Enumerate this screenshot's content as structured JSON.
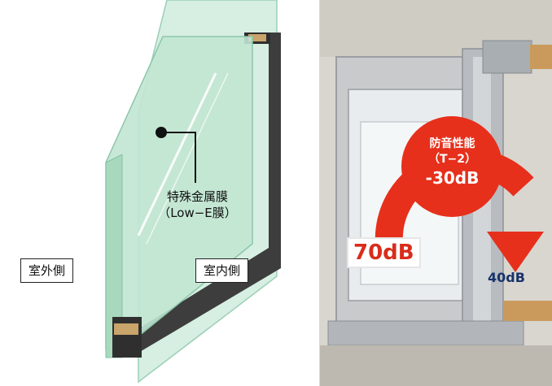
{
  "left": {
    "film_label_line1": "特殊金属膜",
    "film_label_line2": "（Low−E膜）",
    "outdoor_label": "室外側",
    "indoor_label": "室内側"
  },
  "right": {
    "badge_line1": "防音性能",
    "badge_line2": "（T−2）",
    "badge_value": "-30dB",
    "outside_level": "70dB",
    "inside_level": "40dB"
  },
  "colors": {
    "glass": "#bfe6d3",
    "spacer": "#3a3a3a",
    "badge_red": "#e6301c",
    "level_red": "#d92d1b",
    "level_blue": "#17336b"
  }
}
